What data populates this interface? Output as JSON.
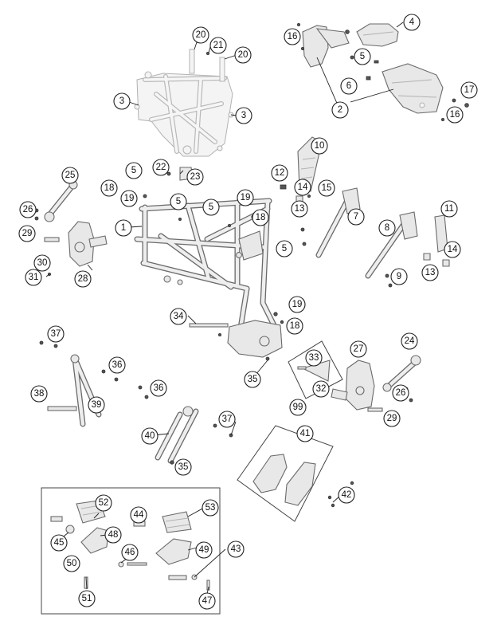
{
  "callouts": [
    "1",
    "2",
    "3",
    "3",
    "4",
    "5",
    "5",
    "5",
    "5",
    "5",
    "6",
    "7",
    "8",
    "9",
    "10",
    "11",
    "12",
    "13",
    "13",
    "14",
    "14",
    "15",
    "16",
    "16",
    "17",
    "18",
    "18",
    "18",
    "19",
    "19",
    "19",
    "20",
    "20",
    "21",
    "22",
    "23",
    "24",
    "25",
    "26",
    "26",
    "27",
    "28",
    "29",
    "29",
    "30",
    "31",
    "32",
    "33",
    "34",
    "35",
    "35",
    "36",
    "36",
    "37",
    "37",
    "38",
    "39",
    "40",
    "41",
    "42",
    "43",
    "44",
    "45",
    "46",
    "47",
    "48",
    "49",
    "50",
    "51",
    "52",
    "53",
    "99"
  ],
  "colors": {
    "line": "#222222",
    "part_stroke": "#6a6a6a",
    "part_fill": "#e8e8e8",
    "ghost_stroke": "#b2b2b2"
  }
}
